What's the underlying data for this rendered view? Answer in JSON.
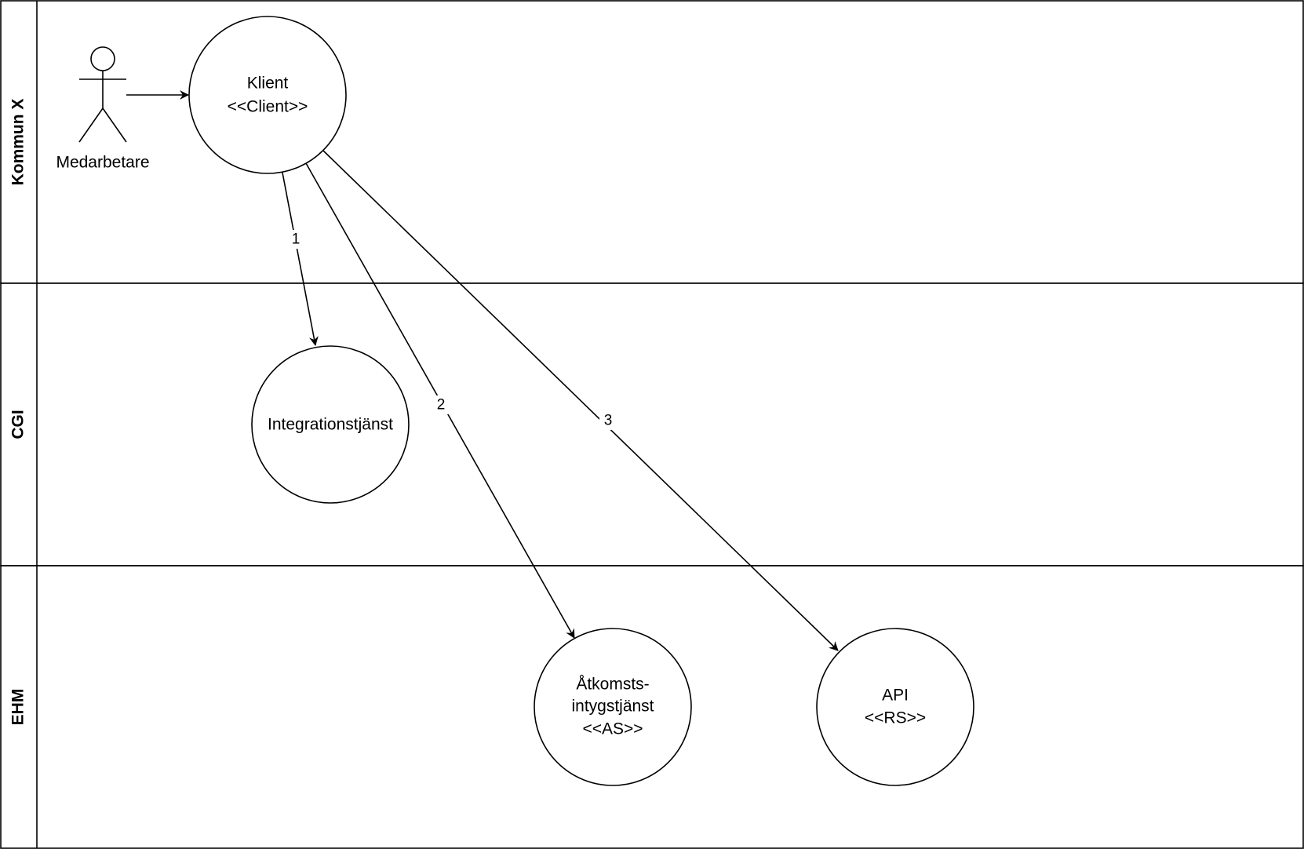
{
  "colors": {
    "stroke": "#000000",
    "fill": "#ffffff",
    "background": "#ffffff"
  },
  "lanes": {
    "kommun": {
      "title": "Kommun X"
    },
    "cgi": {
      "title": "CGI"
    },
    "ehm": {
      "title": "EHM"
    }
  },
  "actor": {
    "label": "Medarbetare"
  },
  "nodes": {
    "klient": {
      "line1": "Klient",
      "line2": "<<Client>>"
    },
    "integration": {
      "line1": "Integrationstjänst"
    },
    "atkomst": {
      "line1": "Åtkomsts-",
      "line2": "intygstjänst",
      "line3": "<<AS>>"
    },
    "api": {
      "line1": "API",
      "line2": "<<RS>>"
    }
  },
  "edges": {
    "e1": {
      "label": "1"
    },
    "e2": {
      "label": "2"
    },
    "e3": {
      "label": "3"
    }
  }
}
